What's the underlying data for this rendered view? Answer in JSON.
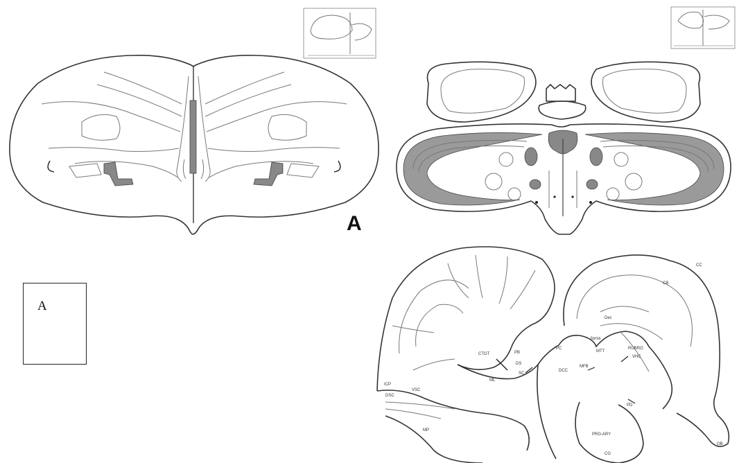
{
  "figure": {
    "panel_label": "A",
    "box_label": "A"
  },
  "sagittal_labels": [
    {
      "id": "cb",
      "text": "CB"
    },
    {
      "id": "cc",
      "text": "CC"
    },
    {
      "id": "dcc",
      "text": "DCC"
    },
    {
      "id": "dc",
      "text": "Dec"
    },
    {
      "id": "mfb",
      "text": "MFB"
    },
    {
      "id": "fornix",
      "text": "fornix"
    },
    {
      "id": "mtt",
      "text": "MTT"
    },
    {
      "id": "vhc",
      "text": "VHC"
    },
    {
      "id": "ctgt",
      "text": "CTGT"
    },
    {
      "id": "pb",
      "text": "PB"
    },
    {
      "id": "ds",
      "text": "DS"
    },
    {
      "id": "sc",
      "text": "SC"
    },
    {
      "id": "ml",
      "text": "ML"
    },
    {
      "id": "pc",
      "text": "PC"
    },
    {
      "id": "rubro",
      "text": "RUBRO"
    },
    {
      "id": "ob",
      "text": "OB"
    },
    {
      "id": "pd",
      "text": "PD"
    },
    {
      "id": "prg",
      "text": "PRG-ARY"
    },
    {
      "id": "cg",
      "text": "CG"
    },
    {
      "id": "icp",
      "text": "ICP"
    },
    {
      "id": "vsc",
      "text": "VSC"
    },
    {
      "id": "mp",
      "text": "MP"
    },
    {
      "id": "dsc",
      "text": "DSC"
    }
  ]
}
